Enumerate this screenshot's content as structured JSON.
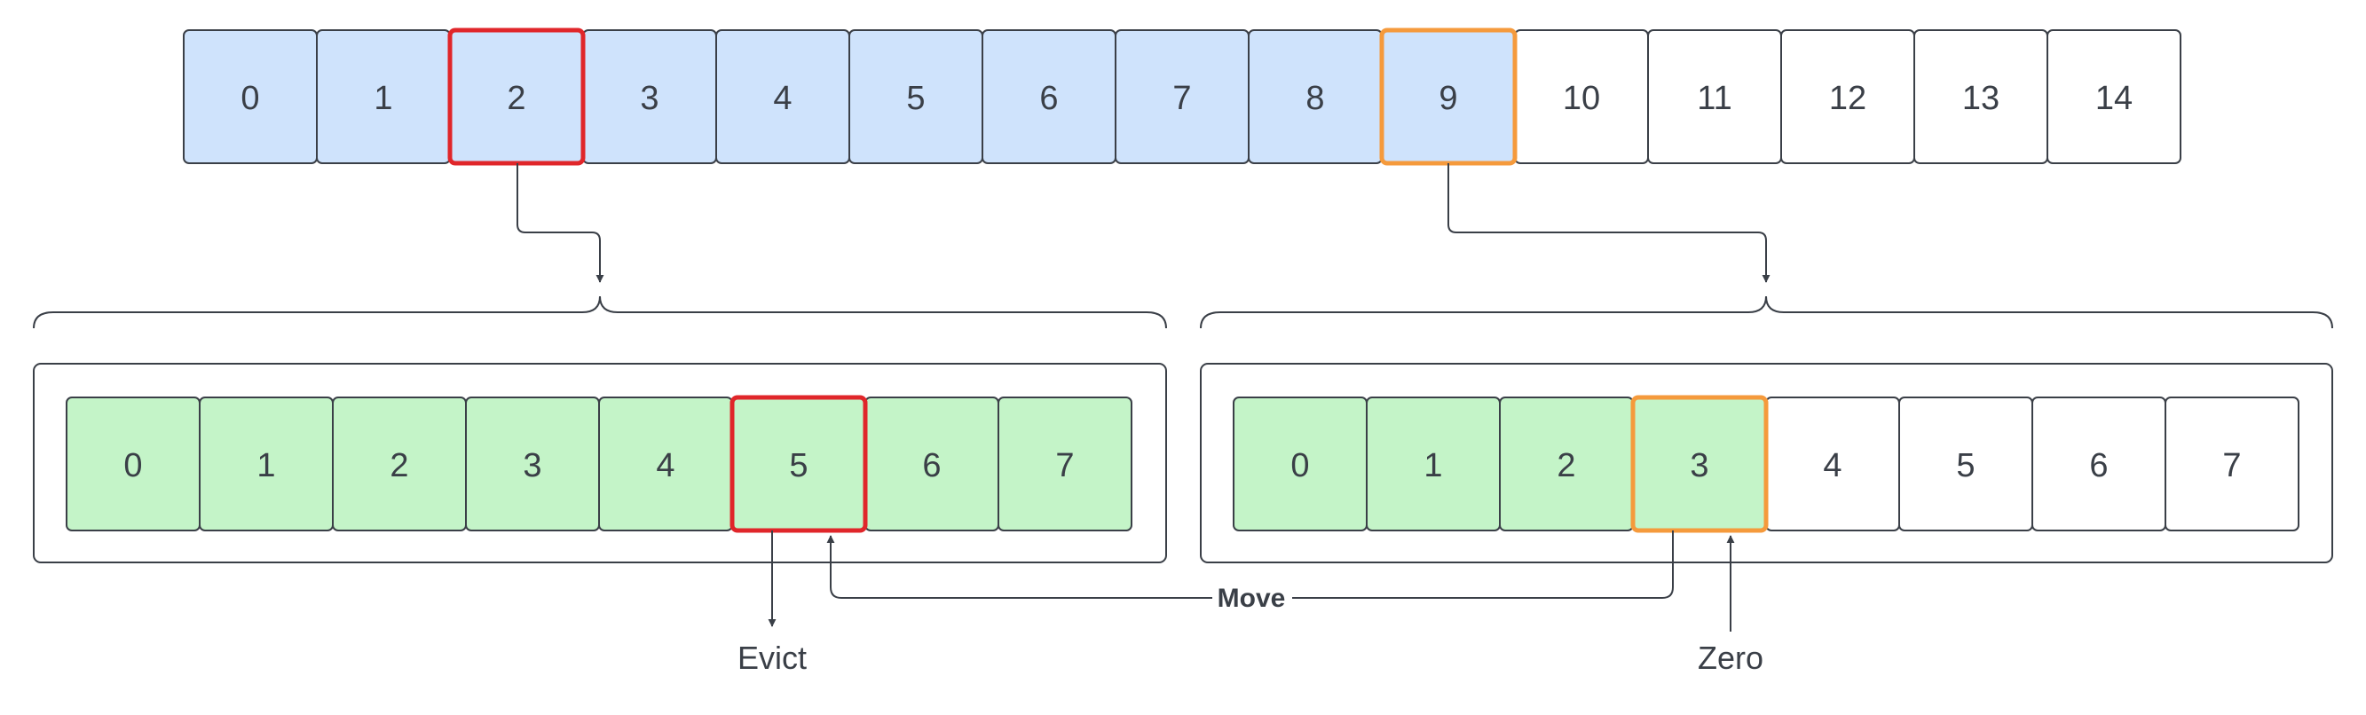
{
  "top_array": {
    "cells": [
      "0",
      "1",
      "2",
      "3",
      "4",
      "5",
      "6",
      "7",
      "8",
      "9",
      "10",
      "11",
      "12",
      "13",
      "14"
    ],
    "filled_count": 10,
    "highlight_red_index": 2,
    "highlight_orange_index": 9
  },
  "left_block": {
    "cells": [
      "0",
      "1",
      "2",
      "3",
      "4",
      "5",
      "6",
      "7"
    ],
    "filled_count": 8,
    "highlight_red_index": 5
  },
  "right_block": {
    "cells": [
      "0",
      "1",
      "2",
      "3",
      "4",
      "5",
      "6",
      "7"
    ],
    "filled_count": 4,
    "highlight_orange_index": 3
  },
  "labels": {
    "evict": "Evict",
    "move": "Move",
    "zero": "Zero"
  },
  "colors": {
    "top_fill": "#cfe3fc",
    "block_fill": "#c4f4c8",
    "empty_fill": "#ffffff",
    "cell_stroke": "#3a3f47",
    "red": "#e0262a",
    "orange": "#f59a3c",
    "connector": "#3a3f47"
  }
}
